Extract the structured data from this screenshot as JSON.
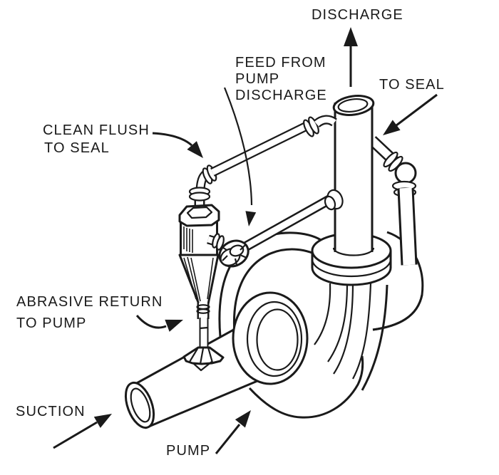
{
  "colors": {
    "background": "#ffffff",
    "line": "#1a1a1a",
    "text": "#1a1a1a"
  },
  "labels": {
    "discharge": "DISCHARGE",
    "feed_line1": "FEED FROM",
    "feed_line2": "PUMP",
    "feed_line3": "DISCHARGE",
    "to_seal": "TO SEAL",
    "clean_flush_line1": "CLEAN FLUSH",
    "clean_flush_line2": "TO SEAL",
    "abrasive_line1": "ABRASIVE RETURN",
    "abrasive_line2": "TO PUMP",
    "suction": "SUCTION",
    "pump": "PUMP"
  }
}
